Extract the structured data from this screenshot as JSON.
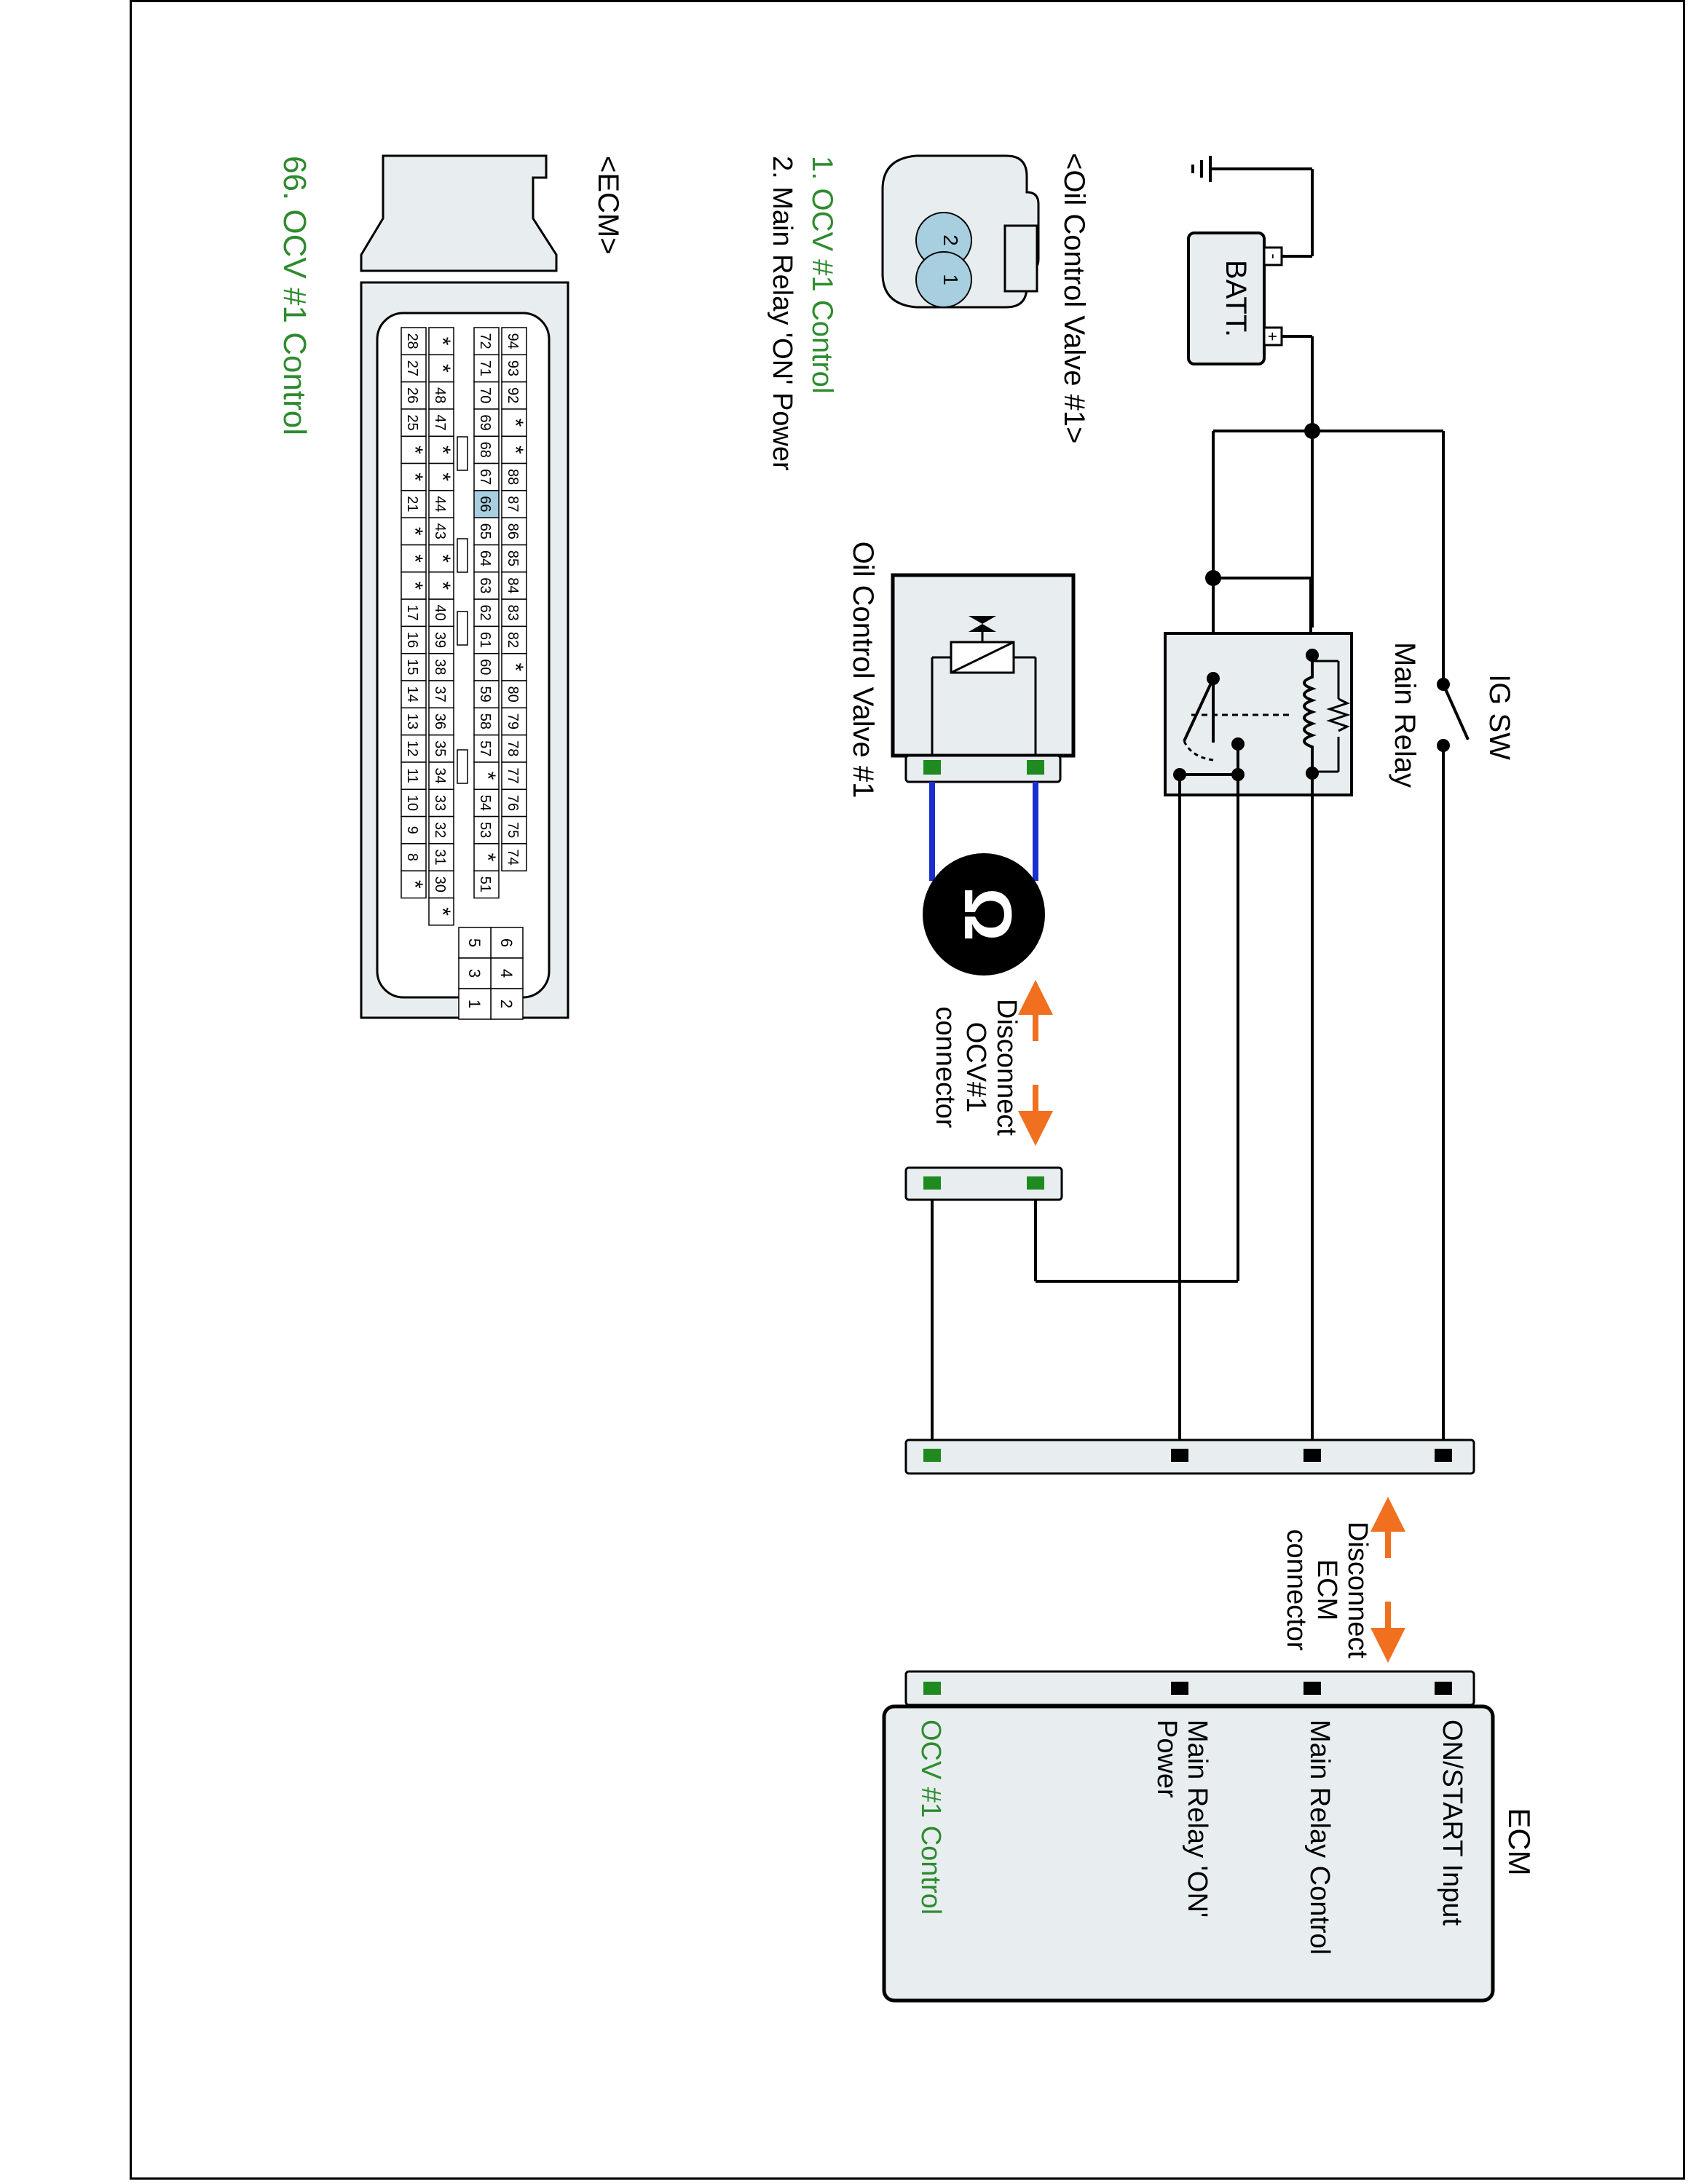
{
  "ocv_connector": {
    "title": "<Oil Control Valve #1>",
    "pins": [
      {
        "no": "1",
        "desc": "1. OCV #1 Control",
        "color": "#2e8b2e"
      },
      {
        "no": "2",
        "desc": "2. Main Relay 'ON' Power",
        "color": "#000000"
      }
    ]
  },
  "ecm_connector": {
    "title": "<ECM>",
    "highlight_pin": "66",
    "highlight_color": "#a8cfe0",
    "pin_label": "66. OCV #1 Control",
    "row_top_a": [
      "94",
      "93",
      "92",
      "*",
      "*",
      "88",
      "87",
      "86",
      "85",
      "84",
      "83",
      "82",
      "*",
      "80",
      "79",
      "78",
      "77",
      "76",
      "75",
      "74"
    ],
    "row_top_b": [
      "72",
      "71",
      "70",
      "69",
      "68",
      "67",
      "66",
      "65",
      "64",
      "63",
      "62",
      "61",
      "60",
      "59",
      "58",
      "57",
      "*",
      "54",
      "53",
      "*",
      "51"
    ],
    "row_bot_a": [
      "*",
      "*",
      "48",
      "47",
      "*",
      "*",
      "44",
      "43",
      "*",
      "*",
      "40",
      "39",
      "38",
      "37",
      "36",
      "35",
      "34",
      "33",
      "32",
      "31",
      "30",
      "*"
    ],
    "row_bot_b": [
      "28",
      "27",
      "26",
      "25",
      "*",
      "*",
      "21",
      "*",
      "*",
      "*",
      "17",
      "16",
      "15",
      "14",
      "13",
      "12",
      "11",
      "10",
      "9",
      "8",
      "*"
    ],
    "power_pins": [
      "6",
      "5",
      "4",
      "3",
      "2",
      "1"
    ]
  },
  "components": {
    "battery": "BATT.",
    "ig_sw": "IG SW",
    "main_relay": "Main Relay",
    "ocv": "Oil Control Valve #1",
    "ecm": "ECM",
    "ohm": "Ω"
  },
  "disconnect_ocv": [
    "Disconnect",
    "OCV#1",
    "connector"
  ],
  "disconnect_ecm": [
    "Disconnect",
    "ECM",
    "connector"
  ],
  "ecm_terminals": [
    {
      "label": "ON/START Input",
      "color": "#000000"
    },
    {
      "label": "Main Relay Control",
      "color": "#000000"
    },
    {
      "label": "Main Relay 'ON'",
      "label2": "Power",
      "color": "#000000"
    },
    {
      "label": "OCV #1 Control",
      "color": "#2e8b2e"
    }
  ],
  "colors": {
    "pin_green": "#1f8a1f",
    "wire_blue": "#1a2fd0",
    "arrow_orange": "#f07020",
    "fill_panel": "#e8eef0"
  }
}
